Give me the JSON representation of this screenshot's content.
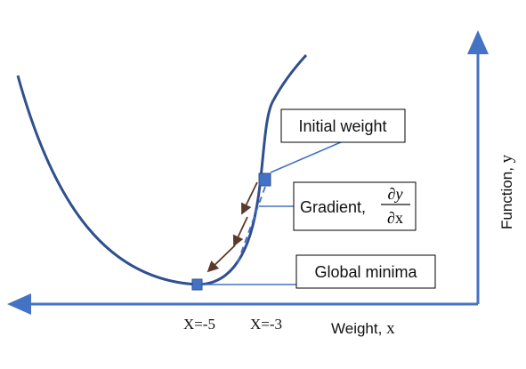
{
  "axes": {
    "x_label_prefix": "Weight, ",
    "x_label_var": "x",
    "y_label_prefix": "Function, ",
    "y_label_var": "y",
    "color": "#4472C4"
  },
  "callouts": {
    "initial_weight": "Initial weight",
    "gradient_prefix": "Gradient, ",
    "gradient_numerator": "∂y",
    "gradient_denominator": "∂x",
    "global_minima": "Global minima"
  },
  "ticks": {
    "x_minus_5": "X=-5",
    "x_minus_3": "X=-3"
  },
  "colors": {
    "curve": "#2F4F8F",
    "marker": "#4472C4",
    "arrows": "#5A3A2A",
    "leader": "#4472C4"
  }
}
